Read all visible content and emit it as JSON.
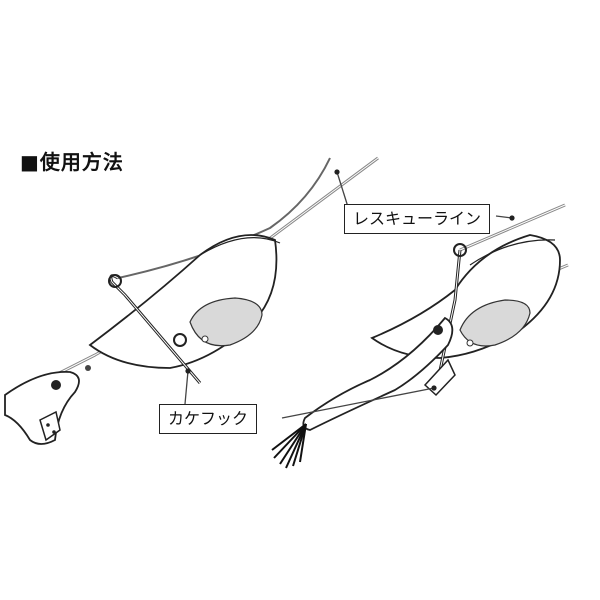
{
  "title": "■使用方法",
  "labels": {
    "rescue_line": "レスキューライン",
    "kake_hook": "カケフック"
  }
}
